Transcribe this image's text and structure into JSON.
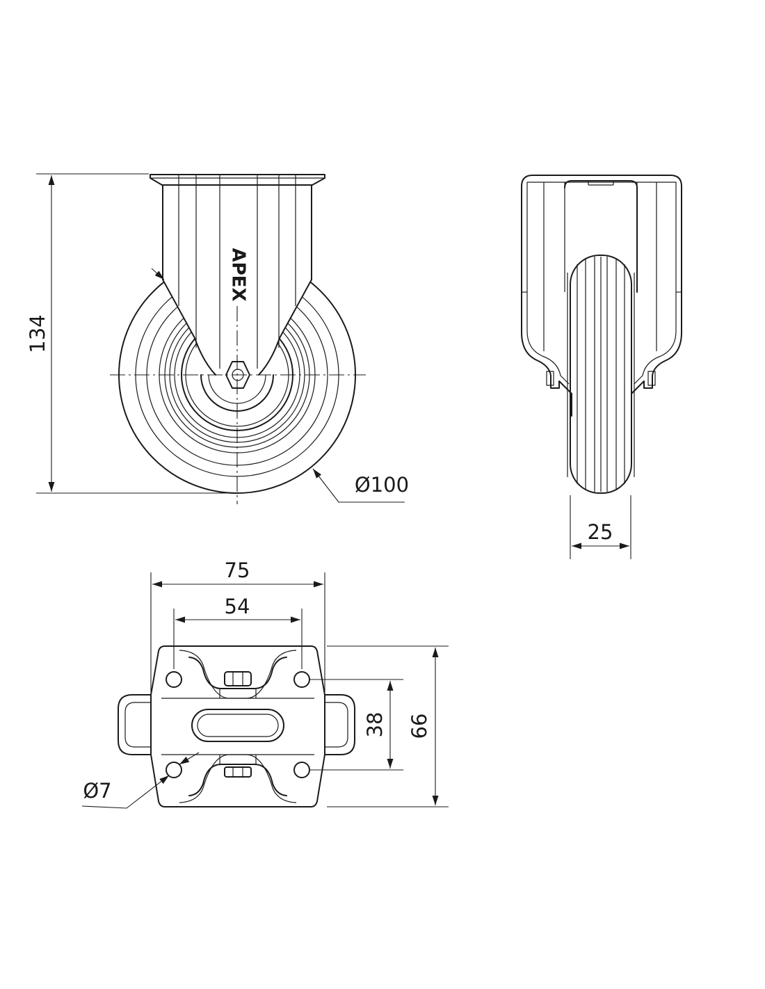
{
  "drawing": {
    "colors": {
      "line": "#1a1a1a",
      "background": "#ffffff"
    },
    "logo_text": "APEX",
    "dimensions": {
      "overall_height": "134",
      "wheel_diameter": "Ø100",
      "wheel_width": "25",
      "plate_width": "75",
      "hole_spacing_x": "54",
      "hole_spacing_y": "38",
      "plate_length": "66",
      "hole_diameter": "Ø7"
    }
  }
}
